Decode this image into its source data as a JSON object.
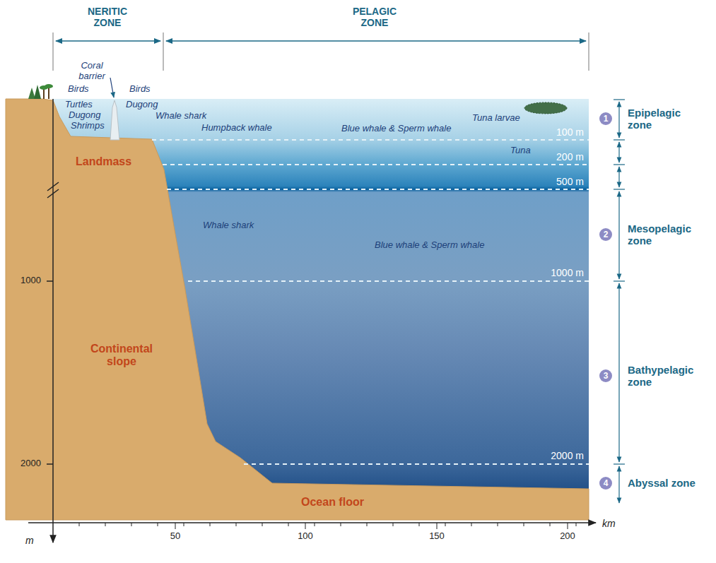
{
  "diagram": {
    "nodes": [
      {
        "text": [
          "1",
          "Epipelagic zone"
        ]
      },
      {
        "text": [
          "2",
          "Mesopelagic zone"
        ]
      },
      {
        "text": [
          "3",
          "Bathypelagic zone"
        ]
      },
      {
        "text": [
          "4",
          "Abyssal zone"
        ]
      }
    ],
    "labels": [
      "NERITIC ZONE",
      "PELAGIC ZONE",
      "Coral barrier",
      "Birds",
      "Birds",
      "Turtles",
      "Dugong",
      "Shrimps",
      "Dugong",
      "Whale shark",
      "Humpback whale",
      "Blue whale & Sperm whale",
      "Tuna larvae",
      "100 m",
      "Tuna",
      "200 m",
      "500 m",
      "Landmass",
      "Whale shark",
      "Blue whale & Sperm whale",
      "1000 m",
      "Continental slope",
      "2000 m",
      "Ocean floor",
      "1000",
      "2000",
      "m",
      "50",
      "100",
      "150",
      "200",
      "km"
    ]
  }
}
